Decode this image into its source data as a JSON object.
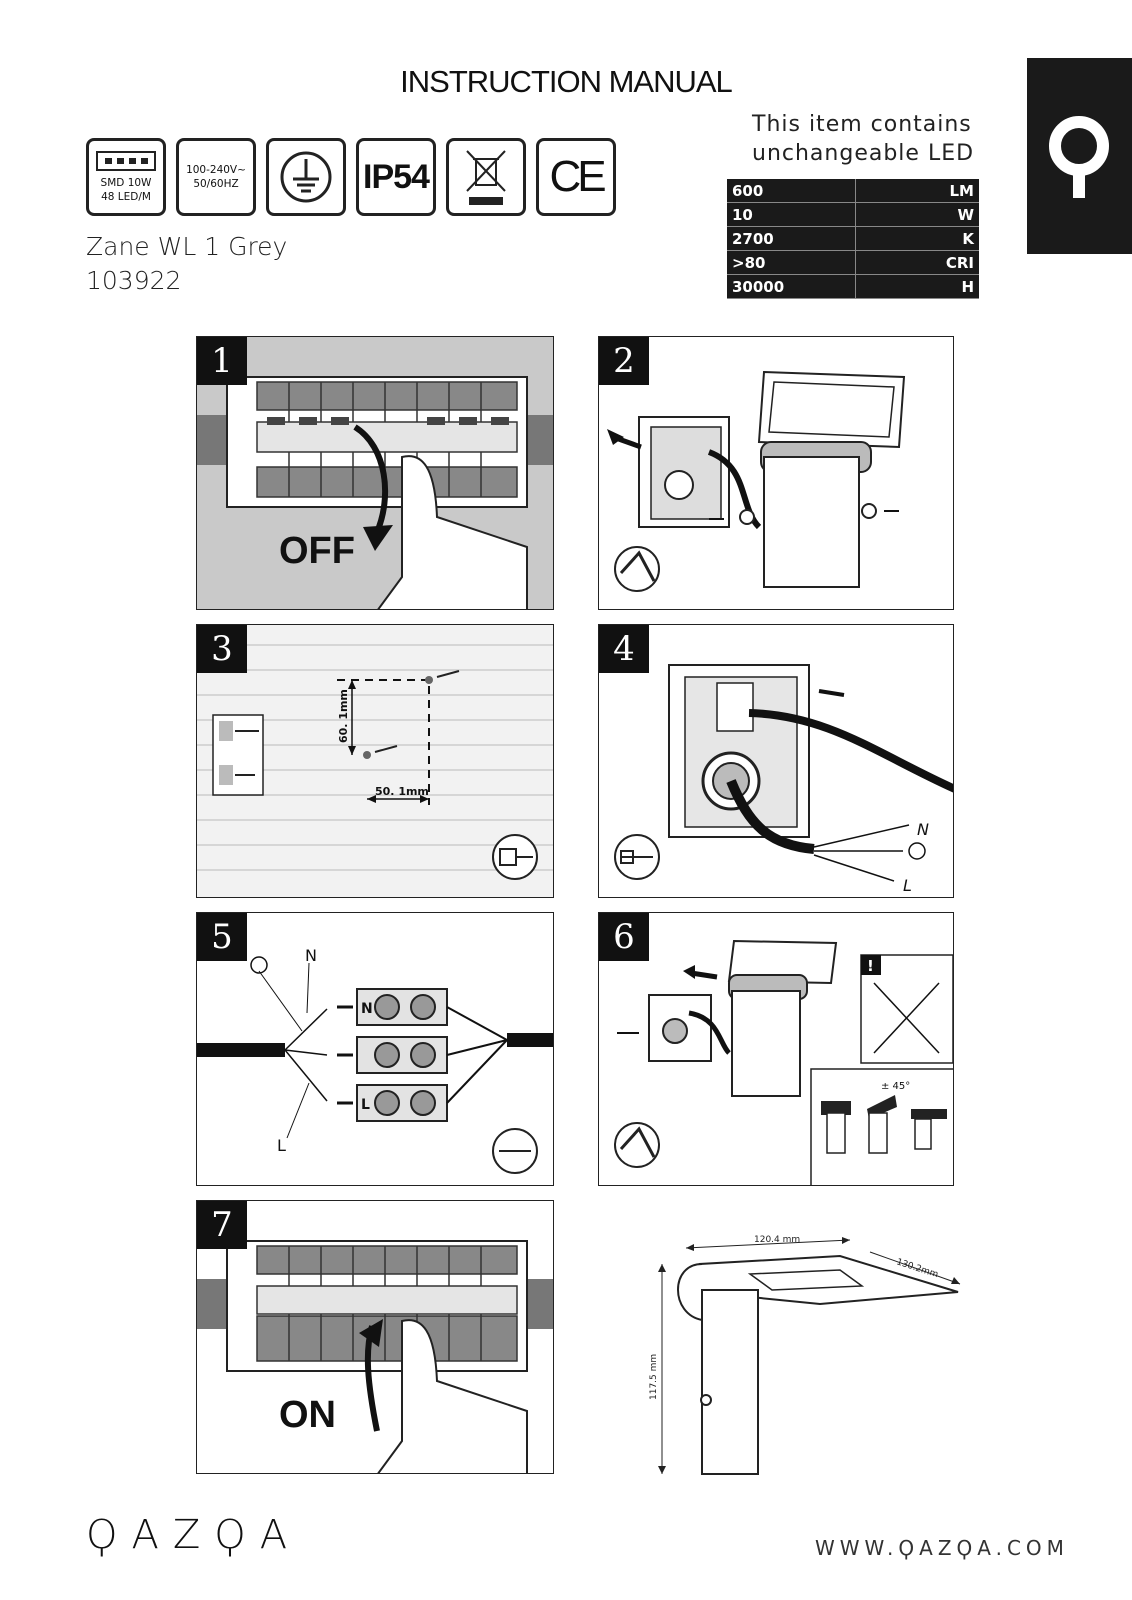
{
  "header": {
    "title": "INSTRUCTION MANUAL",
    "brand_icon": "qazqa-q-icon"
  },
  "icons": {
    "smd_line1": "SMD 10W",
    "smd_line2": "48 LED/M",
    "voltage_line1": "100-240V~",
    "voltage_line2": "50/60HZ",
    "protection": "IP54",
    "earth": "earth-symbol-icon",
    "weee": "crossed-bin-icon",
    "ce": "CE"
  },
  "product": {
    "name": "Zane WL 1 Grey",
    "code": "103922"
  },
  "led_notice": {
    "line1": "This item contains",
    "line2": "unchangeable LED"
  },
  "specs": [
    {
      "value": "600",
      "unit": "LM"
    },
    {
      "value": "10",
      "unit": "W"
    },
    {
      "value": "2700",
      "unit": "K"
    },
    {
      "value": ">80",
      "unit": "CRI"
    },
    {
      "value": "30000",
      "unit": "H"
    }
  ],
  "steps": [
    {
      "number": "1",
      "label": "OFF"
    },
    {
      "number": "2"
    },
    {
      "number": "3",
      "dim_vertical": "60. 1mm",
      "dim_horizontal": "50. 1mm"
    },
    {
      "number": "4",
      "wire_n": "N",
      "wire_l": "L"
    },
    {
      "number": "5",
      "wire_n": "N",
      "wire_l": "L",
      "term_n": "N",
      "term_l": "L"
    },
    {
      "number": "6",
      "warning": "!",
      "angle": "± 45°"
    },
    {
      "number": "7",
      "label": "ON"
    }
  ],
  "dimensions": {
    "width": "120.4 mm",
    "depth": "130.2mm",
    "height": "117.5 mm"
  },
  "footer": {
    "logo": "ϘAZϘA",
    "url": "WWW.ϘAZϘA.COM"
  }
}
